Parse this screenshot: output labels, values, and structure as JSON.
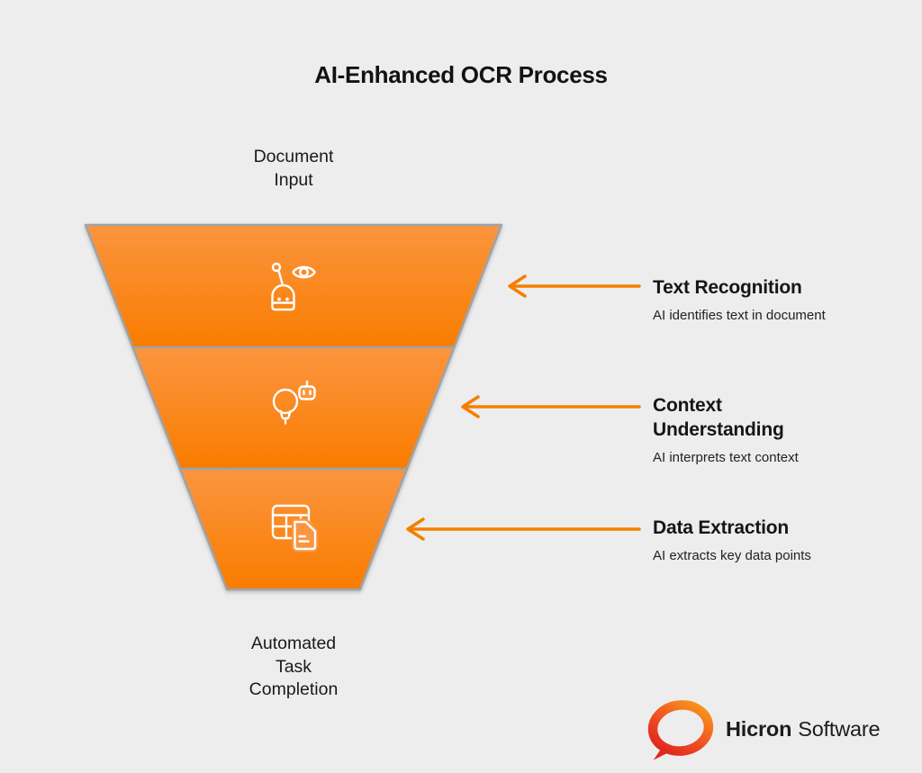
{
  "title": "AI-Enhanced OCR Process",
  "funnel": {
    "input_label_lines": [
      "Document",
      "Input"
    ],
    "output_label_lines": [
      "Automated",
      "Task",
      "Completion"
    ],
    "stages": [
      {
        "name": "Text Recognition",
        "description": "AI identifies text in document",
        "icon": "robot-eye-icon"
      },
      {
        "name": "Context Understanding",
        "description": "AI interprets text context",
        "icon": "lightbulb-robot-icon"
      },
      {
        "name": "Data Extraction",
        "description": "AI extracts key data points",
        "icon": "table-document-icon"
      }
    ]
  },
  "branding": {
    "brand_bold": "Hicron",
    "brand_light": "Software",
    "logo": "speech-bubble-ring-logo"
  },
  "colors": {
    "background": "#EDEDED",
    "funnel_gradient_top": "#FB953F",
    "funnel_gradient_bottom": "#F97C00",
    "funnel_border": "#9EA3A8",
    "arrow": "#F57E00",
    "icon_stroke": "#FFFFFF",
    "text": "#191919",
    "logo_orange": "#F9A11B",
    "logo_red": "#DD1D1D"
  }
}
